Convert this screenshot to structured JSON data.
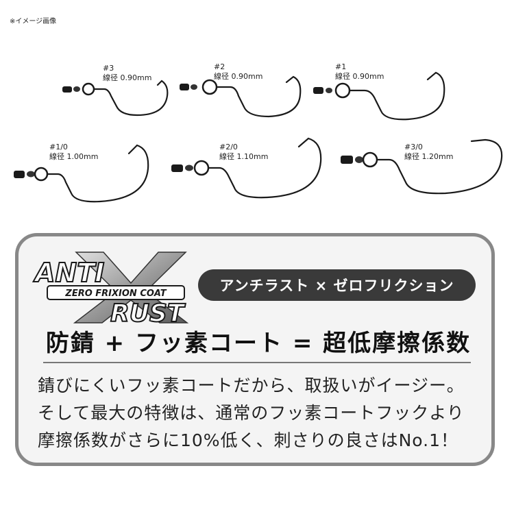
{
  "note": "※イメージ画像",
  "hooks": [
    {
      "size": "#3",
      "wire": "線径 0.90mm"
    },
    {
      "size": "#2",
      "wire": "線径 0.90mm"
    },
    {
      "size": "#1",
      "wire": "線径 0.90mm"
    },
    {
      "size": "#1/0",
      "wire": "線径 1.00mm"
    },
    {
      "size": "#2/0",
      "wire": "線径 1.10mm"
    },
    {
      "size": "#3/0",
      "wire": "線径 1.20mm"
    }
  ],
  "logo": {
    "anti": "ANTI",
    "rust": "RUST",
    "x": "X",
    "coat": "ZERO FRIXION COAT"
  },
  "pill_label": "アンチラスト × ゼロフリクション",
  "headline": "防錆 + フッ素コート = 超低摩擦係数",
  "body_lines": [
    "錆びにくいフッ素コートだから、取扱いがイージー。",
    "そして最大の特徴は、通常のフッ素コートフックより",
    "摩擦係数がさらに10%低く、刺さりの良さはNo.1！"
  ],
  "colors": {
    "panel_border": "#888888",
    "pill_bg": "#3a3a3a",
    "hook": "#1a1a1a"
  }
}
